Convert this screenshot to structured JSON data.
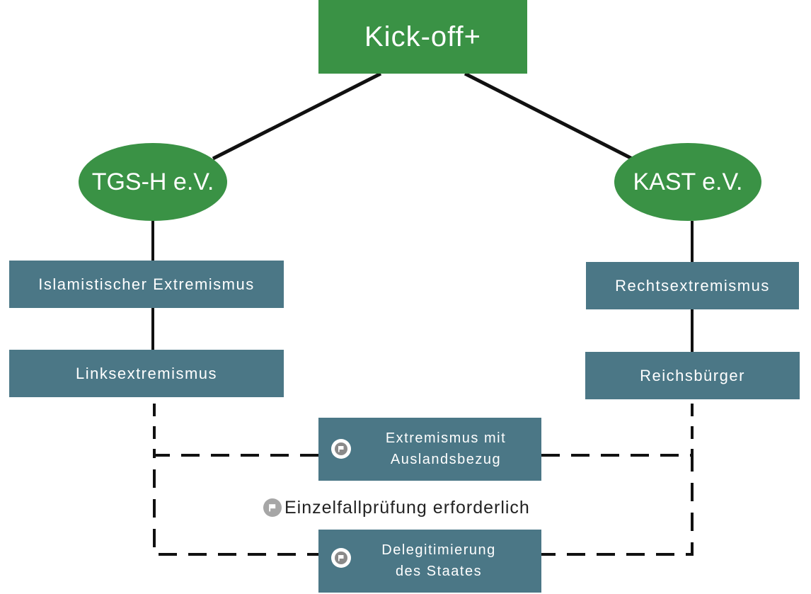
{
  "root": {
    "label": "Kick-off+"
  },
  "partners": [
    {
      "label": "TGS-H e.V.",
      "topics": [
        "Islamistischer Extremismus",
        "Linksextremismus"
      ]
    },
    {
      "label": "KAST e.V.",
      "topics": [
        "Rechtsextremismus",
        "Reichsbürger"
      ]
    }
  ],
  "shared": [
    {
      "line1": "Extremismus mit",
      "line2": "Auslandsbezug",
      "icon": "flag-icon"
    },
    {
      "line1": "Delegitimierung",
      "line2": "des Staates",
      "icon": "flag-icon"
    }
  ],
  "note": {
    "text": "Einzelfallprüfung erforderlich",
    "icon": "flag-icon"
  },
  "colors": {
    "green": "#3a9245",
    "teal": "#4b7786",
    "line": "#111111"
  }
}
